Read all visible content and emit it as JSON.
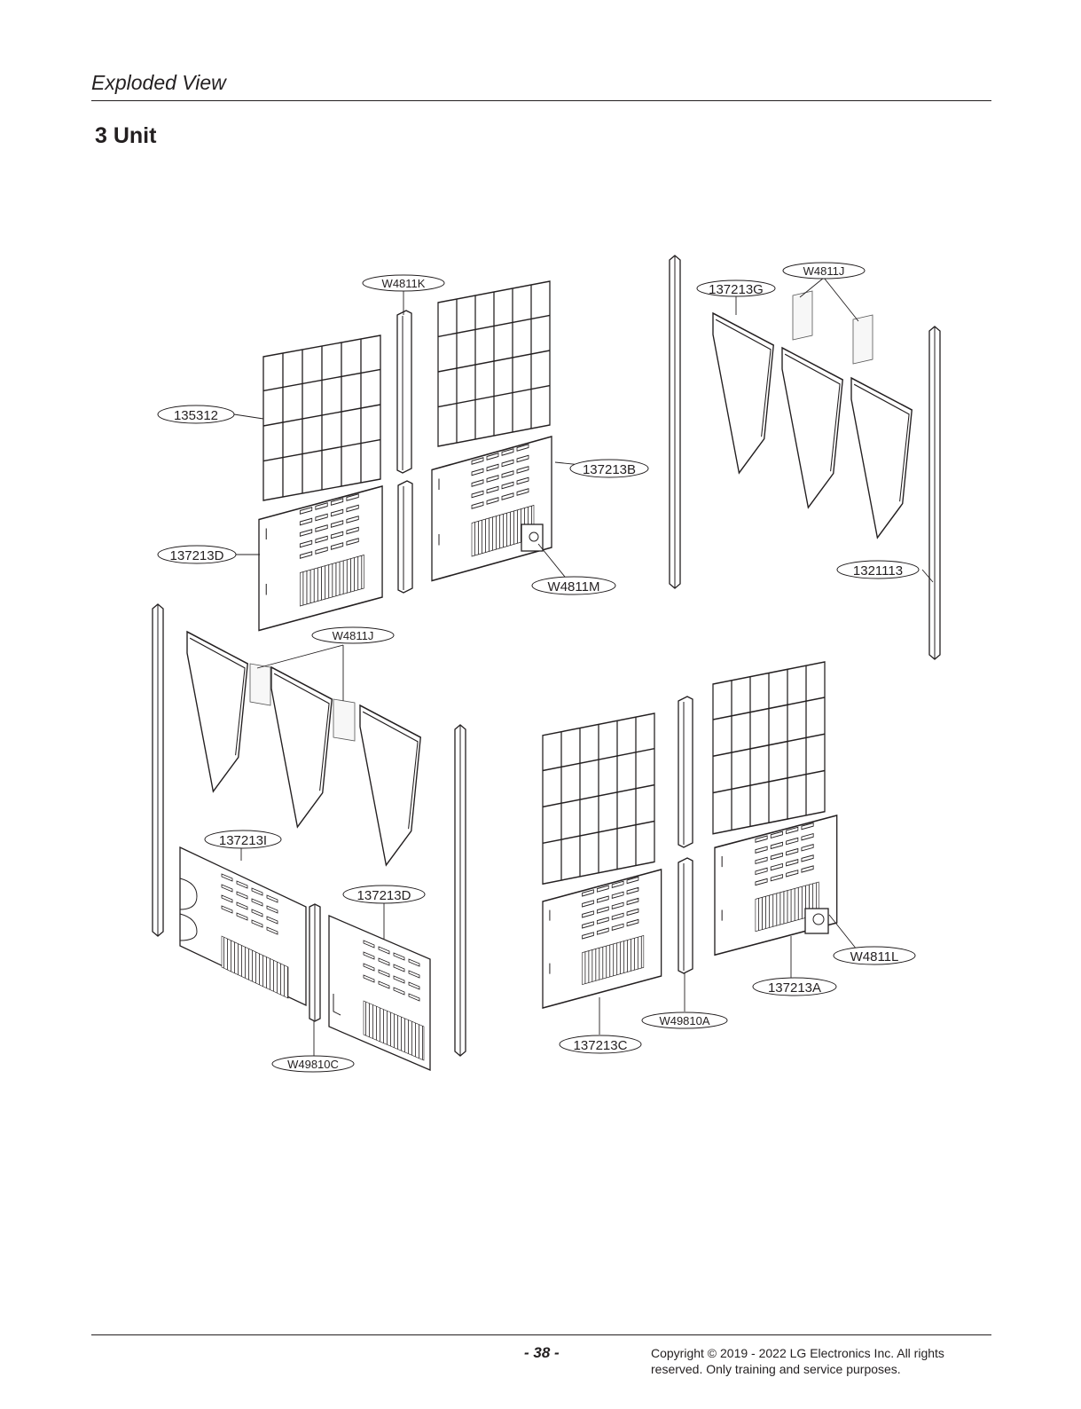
{
  "page": {
    "section_title": "Exploded View",
    "heading": "3 Unit",
    "page_number": "- 38 -",
    "copyright": "Copyright © 2019 - 2022 LG Electronics Inc. All rights reserved. Only training and service purposes."
  },
  "callouts": {
    "c1": "W4811K",
    "c2": "W4811J",
    "c3": "137213G",
    "c4": "135312",
    "c5": "137213B",
    "c6": "137213D",
    "c7": "W4811M",
    "c8": "1321113",
    "c9": "W4811J",
    "c10": "137213I",
    "c11": "137213D",
    "c12": "W4811L",
    "c13": "137213A",
    "c14": "W49810A",
    "c15": "137213C",
    "c16": "W49810C"
  }
}
